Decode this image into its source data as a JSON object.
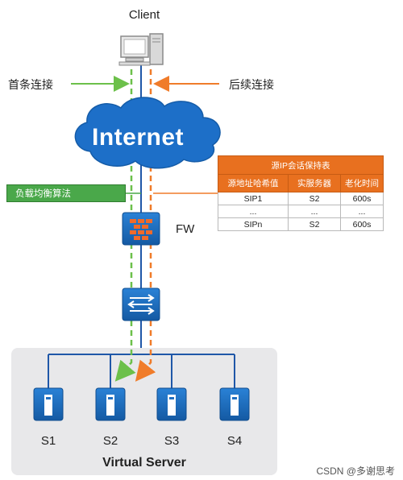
{
  "client": {
    "label": "Client"
  },
  "connections": {
    "first_label": "首条连接",
    "subsequent_label": "后续连接"
  },
  "internet": {
    "label": "Internet"
  },
  "load_balancer": {
    "label": "负载均衡算法"
  },
  "session_table": {
    "title": "源IP会话保持表",
    "headers": [
      "源地址哈希值",
      "实服务器",
      "老化时间"
    ],
    "rows": [
      [
        "SIP1",
        "S2",
        "600s"
      ],
      [
        "...",
        "...",
        "..."
      ],
      [
        "SIPn",
        "S2",
        "600s"
      ]
    ]
  },
  "firewall": {
    "label": "FW"
  },
  "servers": [
    "S1",
    "S2",
    "S3",
    "S4"
  ],
  "server_group": {
    "label": "Virtual Server"
  },
  "watermark": "CSDN @多谢思考",
  "colors": {
    "first_connection": "#6cc04a",
    "subsequent_connection": "#f07c2a",
    "network_line": "#1f57a8",
    "table_header": "#e8701f",
    "device_blue": "#1f6fc1",
    "panel_gray": "#e8e8ea"
  }
}
